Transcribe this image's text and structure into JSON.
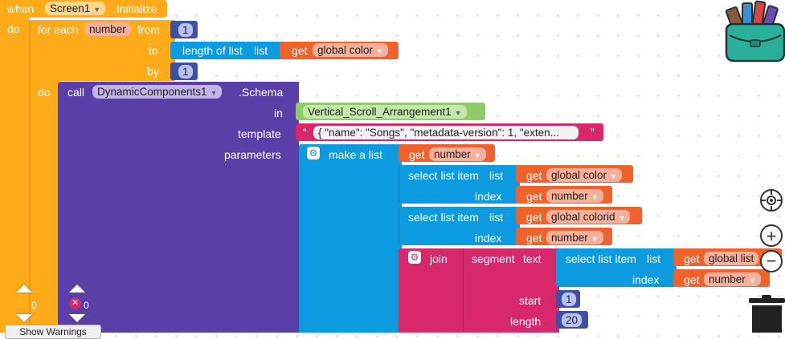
{
  "event": {
    "when": "when",
    "component": "Screen1",
    "event_name": ".Initialize",
    "do": "do"
  },
  "loop": {
    "label": "for each",
    "variable": "number",
    "from_label": "from",
    "from_value": "1",
    "to_label": "to",
    "by_label": "by",
    "by_value": "1",
    "do": "do"
  },
  "length_block": {
    "label": "length of list",
    "list_label": "list"
  },
  "get_label": "get",
  "globals": {
    "color": "global color",
    "colorid": "global colorid",
    "list": "global list",
    "number": "number"
  },
  "call_block": {
    "call": "call",
    "component": "DynamicComponents1",
    "method": ".Schema",
    "in_label": "in",
    "in_value": "Vertical_Scroll_Arrangement1",
    "template_label": "template",
    "template_value": "{ \"name\": \"Songs\", \"metadata-version\": 1, \"exten...",
    "open_quote": "“",
    "close_quote": "”",
    "parameters_label": "parameters"
  },
  "make_list": {
    "label": "make a list"
  },
  "select_item": {
    "label": "select list item",
    "list_label": "list",
    "index_label": "index"
  },
  "join_block": {
    "label": "join"
  },
  "segment_block": {
    "label": "segment",
    "text_label": "text",
    "start_label": "start",
    "start_value": "1",
    "length_label": "length",
    "length_value": "20"
  },
  "warnings": {
    "warning_count": "0",
    "error_count": "0",
    "show_warnings": "Show Warnings"
  },
  "colors": {
    "event": "#ffab19",
    "procedure": "#5b3fa8",
    "list": "#0c9be0",
    "get": "#f0622c",
    "text": "#d6286b",
    "math": "#3f4fa3",
    "component": "#8fcb6a"
  }
}
